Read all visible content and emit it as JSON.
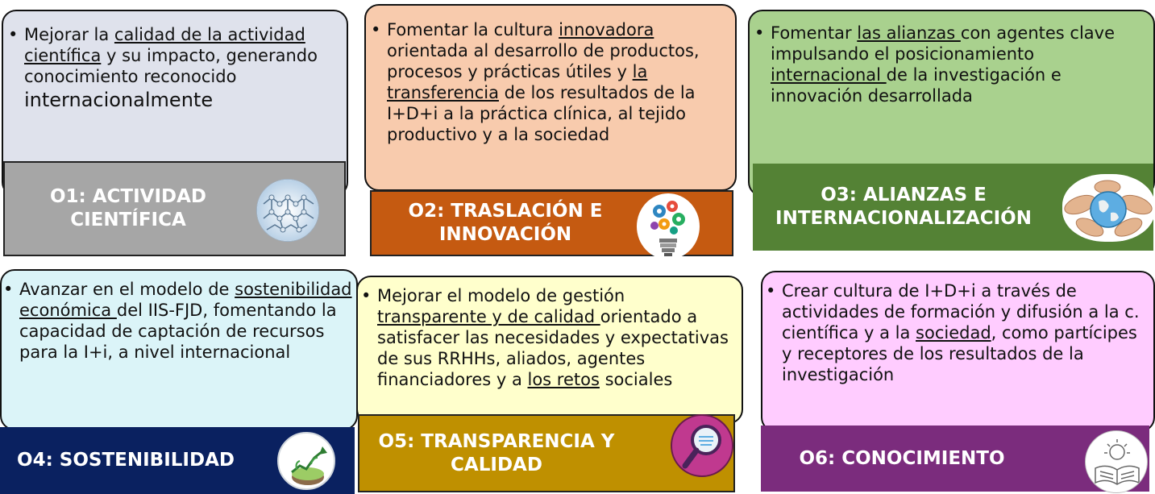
{
  "objectives": [
    {
      "id": "O1",
      "title_line1": "O1: ACTIVIDAD",
      "title_line2": "CIENTÍFICA",
      "text": {
        "a": "Mejorar la ",
        "b": "calidad de la actividad científica",
        "c": " y su impacto, generando conocimiento reconocido ",
        "d": "internacionalmente"
      },
      "card_color": "#dfe2ec",
      "bar_color": "#a6a6a6",
      "icon": "molecule-network-icon"
    },
    {
      "id": "O2",
      "title_line1": "O2: TRASLACIÓN E",
      "title_line2": "INNOVACIÓN",
      "text": {
        "a": "Fomentar la cultura ",
        "b": "innovadora",
        "c": " orientada al desarrollo de productos, procesos y prácticas útiles y ",
        "d": "la transferencia",
        "e": " de los resultados de la I+D+i a la práctica clínica, al tejido productivo y a la sociedad"
      },
      "card_color": "#f8cbad",
      "bar_color": "#c55a11",
      "icon": "lightbulb-gears-icon"
    },
    {
      "id": "O3",
      "title_line1": "O3: ALIANZAS E",
      "title_line2": "INTERNACIONALIZACIÓN",
      "text": {
        "a": "Fomentar ",
        "b": "las alianzas ",
        "c": "con agentes clave impulsando el posicionamiento ",
        "d": "internacional ",
        "e": "de la investigación e innovación desarrollada"
      },
      "card_color": "#a9d18e",
      "bar_color": "#548235",
      "icon": "globe-hands-icon"
    },
    {
      "id": "O4",
      "title_line1": "O4: SOSTENIBILIDAD",
      "text": {
        "a": "Avanzar en el modelo de ",
        "b": "sostenibilidad económica ",
        "c": "del IIS-FJD, fomentando la capacidad de captación de recursos para la I+i, a nivel internacional"
      },
      "card_color": "#dbf4f8",
      "bar_color": "#0a2160",
      "icon": "growth-chart-plant-icon"
    },
    {
      "id": "O5",
      "title_line1": "O5: TRANSPARENCIA Y",
      "title_line2": "CALIDAD",
      "text": {
        "a": "Mejorar el modelo de gestión ",
        "b": "transparente y de calidad ",
        "c": "orientado a satisfacer las necesidades y expectativas de sus RRHHs, aliados, agentes financiadores y a ",
        "d": "los retos",
        "e": " sociales"
      },
      "card_color": "#ffffcc",
      "bar_color": "#bf9000",
      "icon": "magnifying-glass-icon"
    },
    {
      "id": "O6",
      "title_line1": "O6: CONOCIMIENTO",
      "text": {
        "a": "Crear cultura de I+D+i a través de actividades de formación y difusión a la c. científica y a la ",
        "b": "sociedad",
        "c": ", como partícipes y receptores de los resultados de la investigación"
      },
      "card_color": "#ffccff",
      "bar_color": "#7b2c7d",
      "icon": "open-book-icon"
    }
  ]
}
